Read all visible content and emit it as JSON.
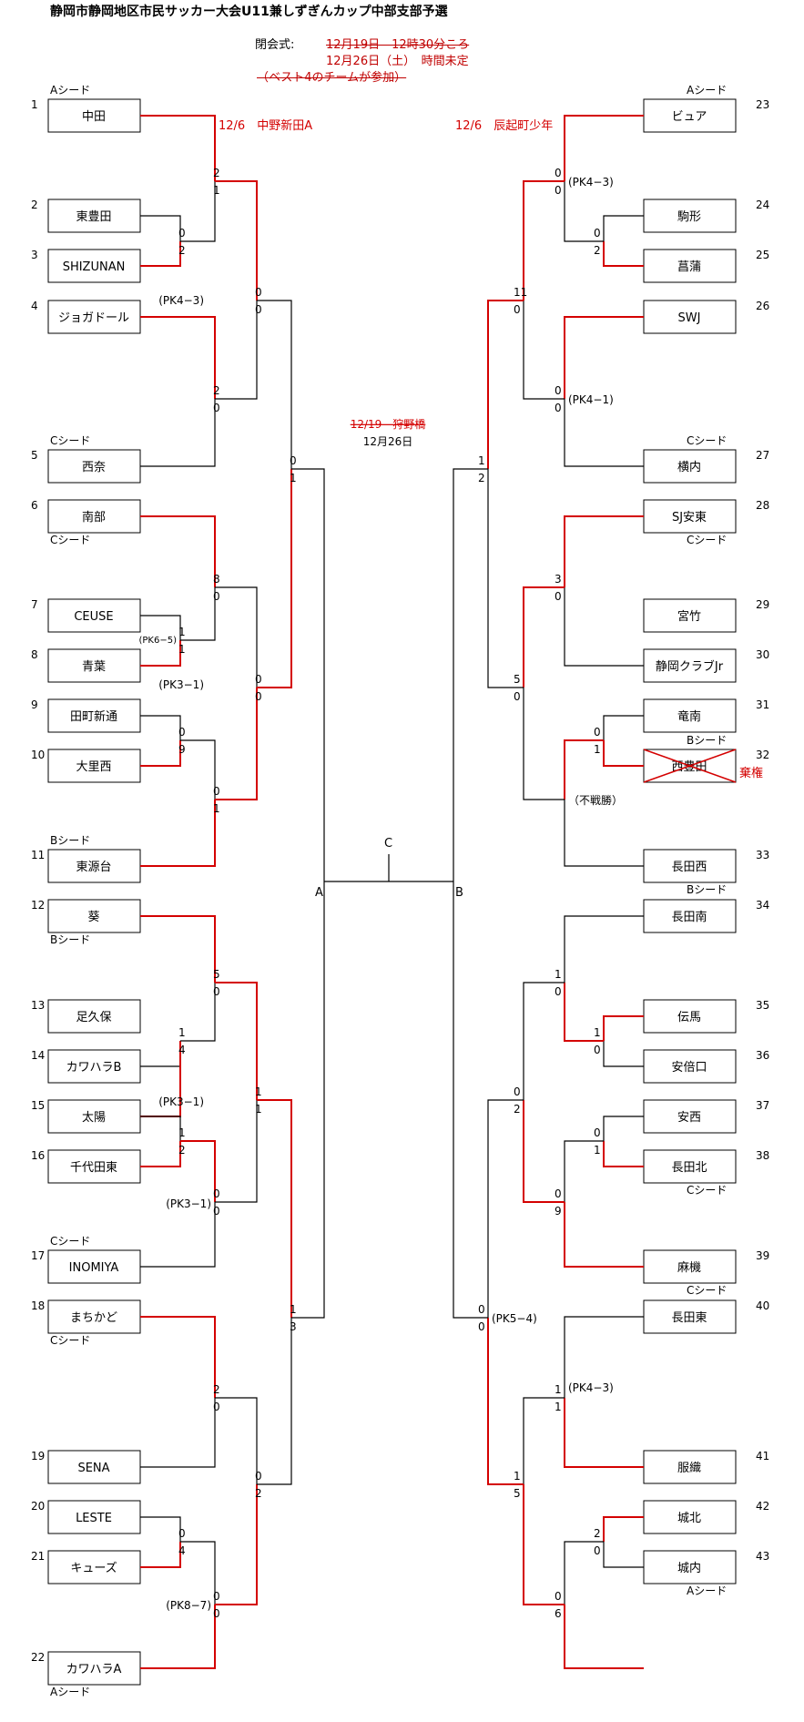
{
  "title": "静岡市静岡地区市民サッカー大会U11兼しずぎんカップ中部支部予選",
  "closing": {
    "label": "閉会式:",
    "old_date": "12月19日　12時30分ころ",
    "new_date": "12月26日（土）　時間未定",
    "old_note": "（ベスト4のチームが参加）"
  },
  "final_venue": {
    "old": "12/19　狩野橋",
    "new": "12月26日"
  },
  "teams": [
    {
      "num": "1",
      "name": "中田",
      "seed": "Aシード"
    },
    {
      "num": "2",
      "name": "東豊田",
      "seed": ""
    },
    {
      "num": "3",
      "name": "SHIZUNAN",
      "seed": ""
    },
    {
      "num": "4",
      "name": "ジョガドール",
      "seed": ""
    },
    {
      "num": "5",
      "name": "西奈",
      "seed": "Cシード"
    },
    {
      "num": "6",
      "name": "南部",
      "seed": "Cシード"
    },
    {
      "num": "7",
      "name": "CEUSE",
      "seed": ""
    },
    {
      "num": "8",
      "name": "青葉",
      "seed": ""
    },
    {
      "num": "9",
      "name": "田町新通",
      "seed": ""
    },
    {
      "num": "10",
      "name": "大里西",
      "seed": ""
    },
    {
      "num": "11",
      "name": "東源台",
      "seed": "Bシード"
    },
    {
      "num": "12",
      "name": "葵",
      "seed": "Bシード"
    },
    {
      "num": "13",
      "name": "足久保",
      "seed": ""
    },
    {
      "num": "14",
      "name": "カワハラB",
      "seed": ""
    },
    {
      "num": "15",
      "name": "太陽",
      "seed": ""
    },
    {
      "num": "16",
      "name": "千代田東",
      "seed": ""
    },
    {
      "num": "17",
      "name": "INOMIYA",
      "seed": "Cシード"
    },
    {
      "num": "18",
      "name": "まちかど",
      "seed": "Cシード"
    },
    {
      "num": "19",
      "name": "SENA",
      "seed": ""
    },
    {
      "num": "20",
      "name": "LESTE",
      "seed": ""
    },
    {
      "num": "21",
      "name": "キューズ",
      "seed": ""
    },
    {
      "num": "22",
      "name": "カワハラA",
      "seed": "Aシード"
    },
    {
      "num": "23",
      "name": "ビュア",
      "seed": "Aシード"
    },
    {
      "num": "24",
      "name": "駒形",
      "seed": ""
    },
    {
      "num": "25",
      "name": "菖蒲",
      "seed": ""
    },
    {
      "num": "26",
      "name": "SWJ",
      "seed": ""
    },
    {
      "num": "27",
      "name": "横内",
      "seed": "Cシード"
    },
    {
      "num": "28",
      "name": "SJ安東",
      "seed": "Cシード"
    },
    {
      "num": "29",
      "name": "宮竹",
      "seed": ""
    },
    {
      "num": "30",
      "name": "静岡クラブJr",
      "seed": ""
    },
    {
      "num": "31",
      "name": "竜南",
      "seed": ""
    },
    {
      "num": "32",
      "name": "西豊田",
      "seed": "Bシード",
      "note": "棄権"
    },
    {
      "num": "33",
      "name": "長田西",
      "seed": "Bシード"
    },
    {
      "num": "34",
      "name": "長田南",
      "seed": ""
    },
    {
      "num": "35",
      "name": "伝馬",
      "seed": ""
    },
    {
      "num": "36",
      "name": "安倍口",
      "seed": ""
    },
    {
      "num": "37",
      "name": "安西",
      "seed": ""
    },
    {
      "num": "38",
      "name": "長田北",
      "seed": "Cシード"
    },
    {
      "num": "39",
      "name": "麻機",
      "seed": "Cシード"
    },
    {
      "num": "40",
      "name": "長田東",
      "seed": ""
    },
    {
      "num": "41",
      "name": "服織",
      "seed": ""
    },
    {
      "num": "42",
      "name": "城北",
      "seed": ""
    },
    {
      "num": "43",
      "name": "城内",
      "seed": "Aシード"
    }
  ],
  "scores": [
    {
      "id": "s-l-r1a-top",
      "text": "0"
    },
    {
      "id": "s-l-r1a-bot",
      "text": "2"
    },
    {
      "id": "s-l-r1b-top",
      "text": "1"
    },
    {
      "id": "s-l-r1b-bot",
      "text": "1"
    },
    {
      "id": "s-l-r1c-top",
      "text": "0"
    },
    {
      "id": "s-l-r1c-bot",
      "text": "9"
    },
    {
      "id": "s-l-r1d-top",
      "text": "1"
    },
    {
      "id": "s-l-r1d-bot",
      "text": "4"
    },
    {
      "id": "s-l-r1e-top",
      "text": "1"
    },
    {
      "id": "s-l-r1e-bot",
      "text": "2"
    },
    {
      "id": "s-l-r1f-top",
      "text": "0"
    },
    {
      "id": "s-l-r1f-bot",
      "text": "4"
    },
    {
      "id": "s-l-r2a-top",
      "text": "2"
    },
    {
      "id": "s-l-r2a-bot",
      "text": "1"
    },
    {
      "id": "s-l-r2b-top",
      "text": "2"
    },
    {
      "id": "s-l-r2b-bot",
      "text": "0"
    },
    {
      "id": "s-l-r2c-top",
      "text": "8"
    },
    {
      "id": "s-l-r2c-bot",
      "text": "0"
    },
    {
      "id": "s-l-r2d-top",
      "text": "0"
    },
    {
      "id": "s-l-r2d-bot",
      "text": "1"
    },
    {
      "id": "s-l-r2e-top",
      "text": "5"
    },
    {
      "id": "s-l-r2e-bot",
      "text": "0"
    },
    {
      "id": "s-l-r2f-top",
      "text": "0"
    },
    {
      "id": "s-l-r2f-bot",
      "text": "0"
    },
    {
      "id": "s-l-r2g-top",
      "text": "2"
    },
    {
      "id": "s-l-r2g-bot",
      "text": "0"
    },
    {
      "id": "s-l-r2h-top",
      "text": "0"
    },
    {
      "id": "s-l-r2h-bot",
      "text": "0"
    },
    {
      "id": "s-l-r3a-top",
      "text": "0"
    },
    {
      "id": "s-l-r3a-bot",
      "text": "0"
    },
    {
      "id": "s-l-r3b-top",
      "text": "0"
    },
    {
      "id": "s-l-r3b-bot",
      "text": "0"
    },
    {
      "id": "s-l-r3c-top",
      "text": "1"
    },
    {
      "id": "s-l-r3c-bot",
      "text": "1"
    },
    {
      "id": "s-l-r3d-top",
      "text": "0"
    },
    {
      "id": "s-l-r3d-bot",
      "text": "2"
    },
    {
      "id": "s-l-r4a-top",
      "text": "0"
    },
    {
      "id": "s-l-r4a-bot",
      "text": "1"
    },
    {
      "id": "s-l-r4b-top",
      "text": "1"
    },
    {
      "id": "s-l-r4b-bot",
      "text": "3"
    },
    {
      "id": "s-r-r1a-top",
      "text": "0"
    },
    {
      "id": "s-r-r1a-bot",
      "text": "2"
    },
    {
      "id": "s-r-r1b-top",
      "text": "0"
    },
    {
      "id": "s-r-r1b-bot",
      "text": "1"
    },
    {
      "id": "s-r-r1c-top",
      "text": "1"
    },
    {
      "id": "s-r-r1c-bot",
      "text": "0"
    },
    {
      "id": "s-r-r1d-top",
      "text": "0"
    },
    {
      "id": "s-r-r1d-bot",
      "text": "1"
    },
    {
      "id": "s-r-r1e-top",
      "text": "2"
    },
    {
      "id": "s-r-r1e-bot",
      "text": "0"
    },
    {
      "id": "s-r-r2a-top",
      "text": "0"
    },
    {
      "id": "s-r-r2a-bot",
      "text": "0"
    },
    {
      "id": "s-r-r2b-top",
      "text": "0"
    },
    {
      "id": "s-r-r2b-bot",
      "text": "0"
    },
    {
      "id": "s-r-r2c-top",
      "text": "3"
    },
    {
      "id": "s-r-r2c-bot",
      "text": "0"
    },
    {
      "id": "s-r-r2e-top",
      "text": "1"
    },
    {
      "id": "s-r-r2e-bot",
      "text": "0"
    },
    {
      "id": "s-r-r2f-top",
      "text": "0"
    },
    {
      "id": "s-r-r2f-bot",
      "text": "9"
    },
    {
      "id": "s-r-r2g-top",
      "text": "1"
    },
    {
      "id": "s-r-r2g-bot",
      "text": "1"
    },
    {
      "id": "s-r-r2h-top",
      "text": "0"
    },
    {
      "id": "s-r-r2h-bot",
      "text": "6"
    },
    {
      "id": "s-r-r3a-top",
      "text": "11"
    },
    {
      "id": "s-r-r3a-bot",
      "text": "0"
    },
    {
      "id": "s-r-r3b-top",
      "text": "5"
    },
    {
      "id": "s-r-r3b-bot",
      "text": "0"
    },
    {
      "id": "s-r-r3c-top",
      "text": "0"
    },
    {
      "id": "s-r-r3c-bot",
      "text": "2"
    },
    {
      "id": "s-r-r3d-top",
      "text": "1"
    },
    {
      "id": "s-r-r3d-bot",
      "text": "5"
    },
    {
      "id": "s-r-r4a-top",
      "text": "1"
    },
    {
      "id": "s-r-r4a-bot",
      "text": "2"
    },
    {
      "id": "s-r-r4b-top",
      "text": "0"
    },
    {
      "id": "s-r-r4b-bot",
      "text": "0"
    }
  ],
  "pk_notes": [
    {
      "id": "pk-l-r3a",
      "text": "(PK4−3)"
    },
    {
      "id": "pk-l-r1b",
      "text": "(PK6−5)"
    },
    {
      "id": "pk-l-r3b",
      "text": "(PK3−1)"
    },
    {
      "id": "pk-l-r3c",
      "text": "(PK3−1)"
    },
    {
      "id": "pk-l-r2f",
      "text": "(PK3−1)"
    },
    {
      "id": "pk-l-r2h",
      "text": "(PK8−7)"
    },
    {
      "id": "pk-r-r2a",
      "text": "(PK4−3)"
    },
    {
      "id": "pk-r-r2b",
      "text": "(PK4−1)"
    },
    {
      "id": "pk-r-r2d",
      "text": "（不戦勝）"
    },
    {
      "id": "pk-r-r4b",
      "text": "(PK5−4)"
    },
    {
      "id": "pk-r-r2g",
      "text": "(PK4−3)"
    }
  ],
  "match_dates": [
    {
      "id": "date-left",
      "text": "12/6　中野新田A"
    },
    {
      "id": "date-right",
      "text": "12/6　辰起町少年"
    }
  ],
  "final_labels": {
    "a": "A",
    "b": "B",
    "c": "C"
  },
  "colors": {
    "win": "#d40000",
    "line": "#000000",
    "red_text": "#c00000"
  }
}
